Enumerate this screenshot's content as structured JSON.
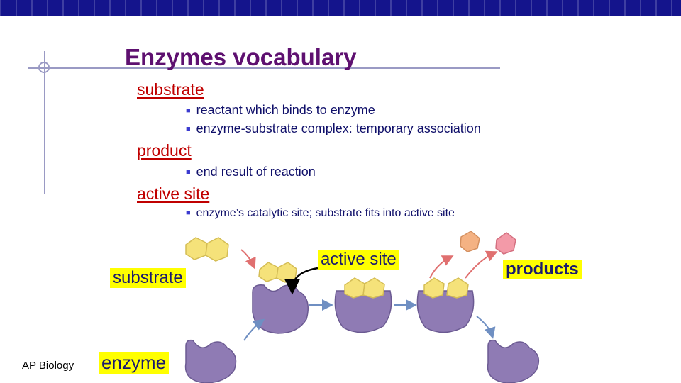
{
  "slide": {
    "title": "Enzymes vocabulary",
    "footer": "AP Biology"
  },
  "terms": [
    {
      "label": "substrate",
      "bullets": [
        "reactant which binds to enzyme",
        "enzyme-substrate complex: temporary association"
      ]
    },
    {
      "label": "product",
      "bullets": [
        "end result of reaction"
      ]
    },
    {
      "label": "active site",
      "bullets": [
        "enzyme’s catalytic site; substrate fits into active site"
      ]
    }
  ],
  "diagram": {
    "labels": {
      "substrate": "substrate",
      "active_site": "active site",
      "products": "products",
      "enzyme": "enzyme"
    },
    "colors": {
      "enzyme": "#8f7bb4",
      "substrate": "#f5e27a",
      "product_orange": "#f4b283",
      "product_pink": "#f39aa8",
      "label_highlight": "#ffff00",
      "arrow_blue": "#6f8fc2",
      "arrow_red": "#e07070"
    }
  },
  "theme": {
    "top_bar": "#14148c",
    "title": "#5e1070",
    "term": "#c00000",
    "bullet_text": "#10106a"
  }
}
